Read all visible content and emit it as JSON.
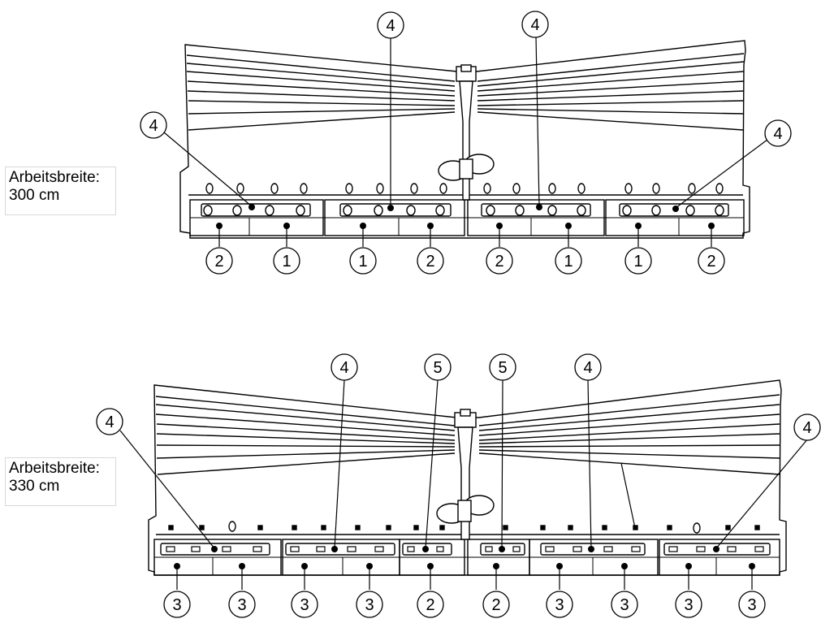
{
  "labels": [
    {
      "title": "Arbeitsbreite:",
      "value": "300 cm"
    },
    {
      "title": "Arbeitsbreite:",
      "value": "330 cm"
    }
  ],
  "callouts_top": [
    "4",
    "4",
    "4",
    "4",
    "2",
    "1",
    "1",
    "2",
    "2",
    "1",
    "1",
    "2"
  ],
  "callouts_bottom": [
    "4",
    "4",
    "5",
    "5",
    "4",
    "4",
    "3",
    "3",
    "3",
    "3",
    "2",
    "2",
    "3",
    "3",
    "3",
    "3"
  ],
  "colors": {
    "line": "#000000",
    "fill": "#ffffff"
  }
}
